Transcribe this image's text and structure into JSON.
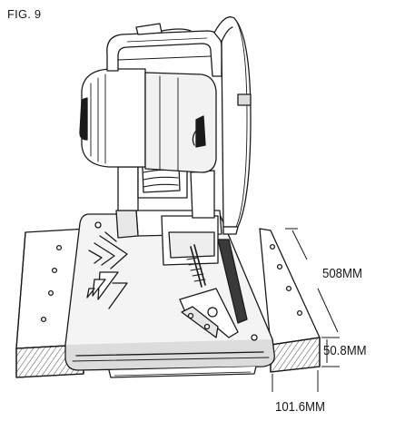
{
  "figure": {
    "label": "FIG. 9"
  },
  "dimensions": {
    "depth": "508MM",
    "board_thickness": "50.8MM",
    "board_width": "101.6MM"
  },
  "colors": {
    "ink": "#1a1a1a",
    "paper": "#ffffff",
    "shade": "#c8c8c8",
    "dark": "#3a3a3a"
  }
}
